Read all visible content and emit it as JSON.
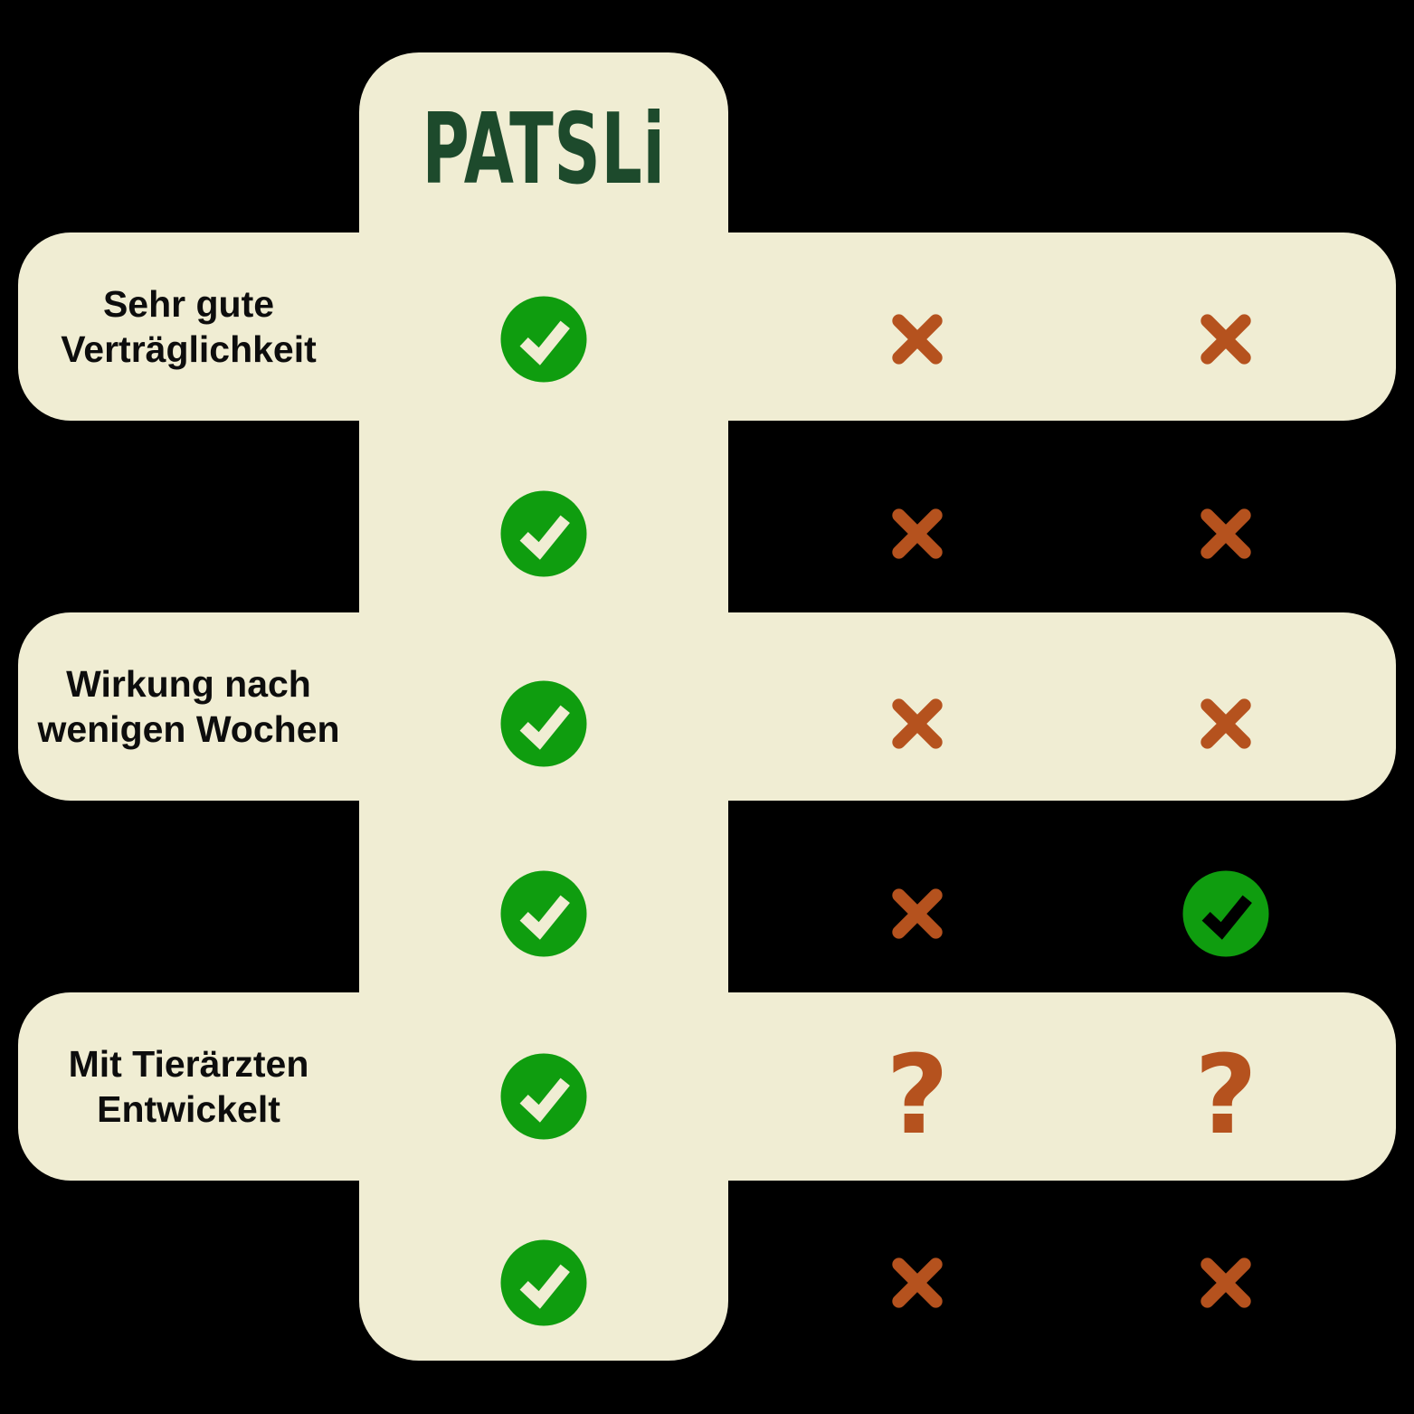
{
  "brand": {
    "name": "PATSLi"
  },
  "features": [
    {
      "label": "Sehr gute Verträglichkeit",
      "lines": [
        "Sehr gute",
        "Verträglichkeit"
      ],
      "band": true,
      "marks": [
        "check",
        "cross",
        "cross"
      ]
    },
    {
      "label": "",
      "lines": [],
      "band": false,
      "marks": [
        "check",
        "cross",
        "cross"
      ]
    },
    {
      "label": "Wirkung nach wenigen Wochen",
      "lines": [
        "Wirkung nach",
        "wenigen Wochen"
      ],
      "band": true,
      "marks": [
        "check",
        "cross",
        "cross"
      ]
    },
    {
      "label": "",
      "lines": [],
      "band": false,
      "marks": [
        "check",
        "cross",
        "check"
      ]
    },
    {
      "label": "Mit Tierärzten Entwickelt",
      "lines": [
        "Mit Tierärzten",
        "Entwickelt"
      ],
      "band": true,
      "marks": [
        "check",
        "question",
        "question"
      ]
    },
    {
      "label": "",
      "lines": [],
      "band": false,
      "marks": [
        "check",
        "cross",
        "cross"
      ]
    }
  ],
  "legend": {
    "check_meaning": "yes",
    "cross_meaning": "no",
    "question_meaning": "unknown",
    "question_symbol": "?"
  },
  "colors": {
    "background": "#000000",
    "panel_cream": "#F0EDD3",
    "check_green": "#0F9D0F",
    "cross_orange": "#B5521E",
    "question_orange": "#B5521E",
    "logo_green": "#1D4A2C",
    "label_text": "#0D0D0D"
  }
}
